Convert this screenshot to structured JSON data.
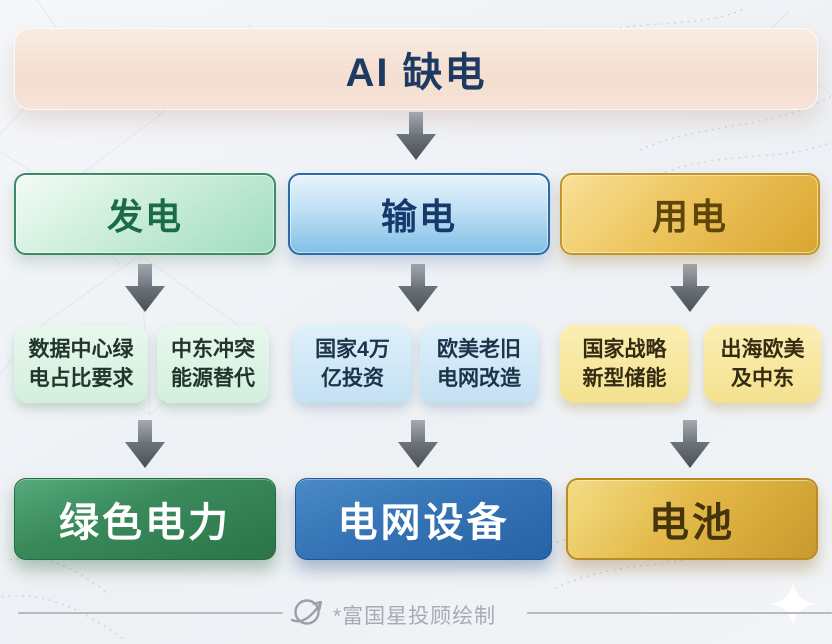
{
  "title": {
    "text": "AI 缺电"
  },
  "columns": [
    {
      "id": "generation",
      "header": "发电",
      "factors": [
        "数据中心绿\n电占比要求",
        "中东冲突\n能源替代"
      ],
      "result": "绿色电力",
      "accent": "#2e7d52"
    },
    {
      "id": "transmission",
      "header": "输电",
      "factors": [
        "国家4万\n亿投资",
        "欧美老旧\n电网改造"
      ],
      "result": "电网设备",
      "accent": "#2b6cab"
    },
    {
      "id": "consumption",
      "header": "用电",
      "factors": [
        "国家战略\n新型储能",
        "出海欧美\n及中东"
      ],
      "result": "电池",
      "accent": "#c8992d"
    }
  ],
  "footer": {
    "credit": "*富国星投顾绘制"
  },
  "colors": {
    "title_text": "#1e3a63",
    "arrow": "#5f666d",
    "footer_text": "#a6abb4",
    "background": "#f1f3f6"
  }
}
